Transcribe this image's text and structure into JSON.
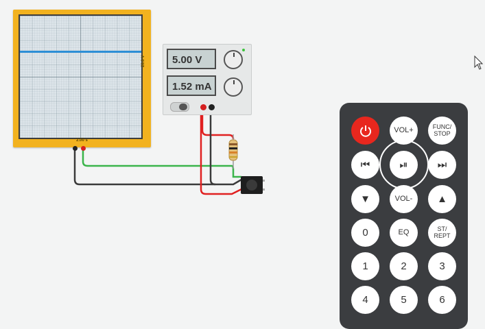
{
  "oscilloscope": {
    "time_per_div": "2.00 s",
    "volts_per_div": "20.0 V"
  },
  "power_supply": {
    "voltage_display": "5.00 V",
    "current_display": "1.52 mA"
  },
  "remote": {
    "row1": [
      "",
      "VOL+",
      "FUNC/\nSTOP"
    ],
    "row2": [
      "⏮",
      "⏯",
      "⏭"
    ],
    "row3": [
      "▼",
      "VOL-",
      "▲"
    ],
    "row4": [
      "0",
      "EQ",
      "ST/\nREPT"
    ],
    "row5": [
      "1",
      "2",
      "3"
    ],
    "row6": [
      "4",
      "5",
      "6"
    ]
  },
  "colors": {
    "scope_frame": "#f2b21f",
    "trace": "#2d8fd6",
    "wire_red": "#e02020",
    "wire_black": "#3a3a3a",
    "wire_green": "#3ab44a",
    "power_button": "#e8271e"
  },
  "icons": {
    "power": "power-icon",
    "cursor": "mouse-pointer-icon"
  }
}
